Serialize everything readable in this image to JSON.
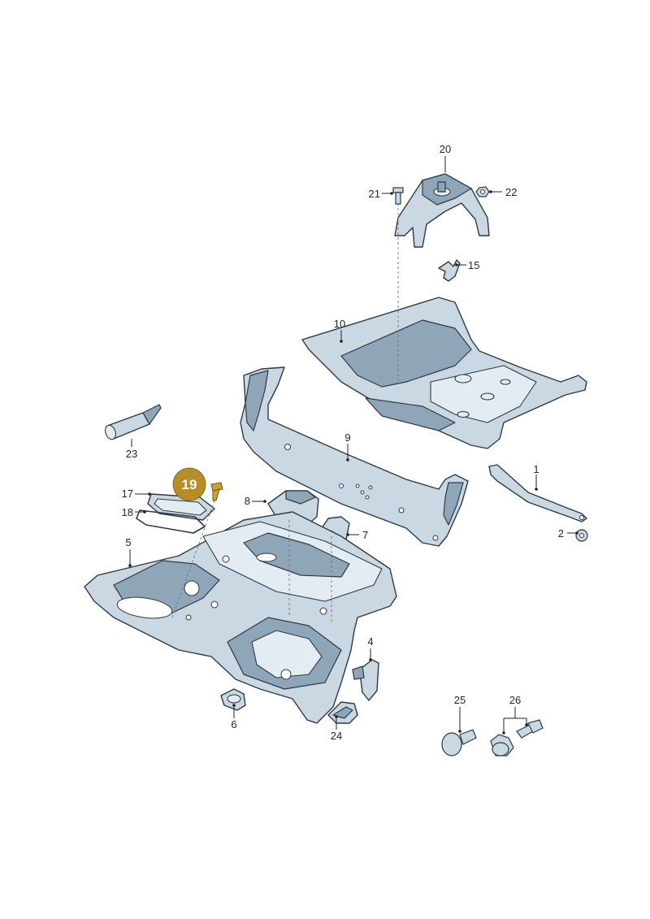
{
  "highlighted_part": "19",
  "callouts": {
    "p1": "1",
    "p2": "2",
    "p4": "4",
    "p5": "5",
    "p6": "6",
    "p7": "7",
    "p8": "8",
    "p9": "9",
    "p10": "10",
    "p15": "15",
    "p17": "17",
    "p18": "18",
    "p20": "20",
    "p21": "21",
    "p22": "22",
    "p23": "23",
    "p24": "24",
    "p25": "25",
    "p26": "26"
  },
  "colors": {
    "part_fill": "#c9d8e3",
    "outline": "#2f3a42",
    "highlight": "#b58e2a"
  }
}
